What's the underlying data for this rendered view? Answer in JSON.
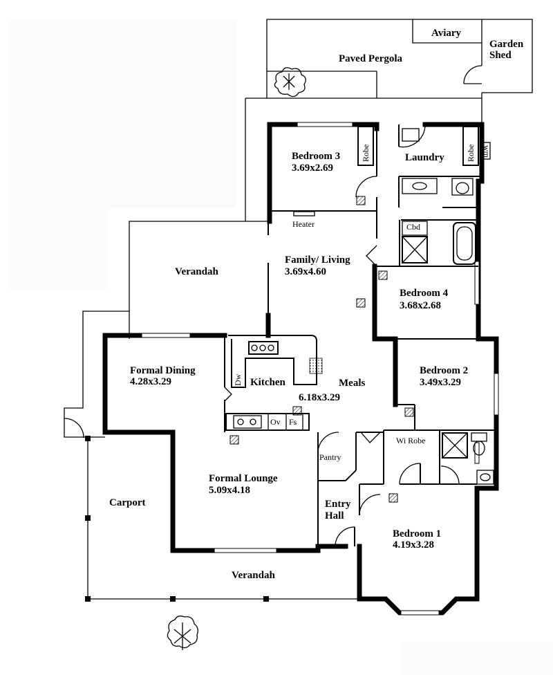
{
  "rooms": {
    "aviary": {
      "name": "Aviary"
    },
    "garden_shed": {
      "line1": "Garden",
      "line2": "Shed"
    },
    "paved_pergola": {
      "name": "Paved Pergola"
    },
    "bedroom3": {
      "name": "Bedroom 3",
      "size": "3.69x2.69"
    },
    "laundry": {
      "name": "Laundry"
    },
    "family_living": {
      "name": "Family/ Living",
      "size": "3.69x4.60"
    },
    "verandah_rear": {
      "name": "Verandah"
    },
    "bedroom4": {
      "name": "Bedroom 4",
      "size": "3.68x2.68"
    },
    "formal_dining": {
      "name": "Formal Dining",
      "size": "4.28x3.29"
    },
    "kitchen": {
      "name": "Kitchen"
    },
    "meals": {
      "name": "Meals",
      "size": "6.18x3.29"
    },
    "bedroom2": {
      "name": "Bedroom 2",
      "size": "3.49x3.29"
    },
    "formal_lounge": {
      "name": "Formal Lounge",
      "size": "5.09x4.18"
    },
    "carport": {
      "name": "Carport"
    },
    "entry_hall": {
      "line1": "Entry",
      "line2": "Hall"
    },
    "bedroom1": {
      "name": "Bedroom 1",
      "size": "4.19x3.28"
    },
    "verandah_front": {
      "name": "Verandah"
    }
  },
  "fixtures": {
    "robe1": "Robe",
    "robe2": "Robe",
    "wm": "wm",
    "heater": "Heater",
    "cbd": "Cbd",
    "dw": "Dw",
    "ov": "Ov",
    "fs": "Fs",
    "pantry": "Pantry",
    "wi_robe": "Wi Robe"
  }
}
